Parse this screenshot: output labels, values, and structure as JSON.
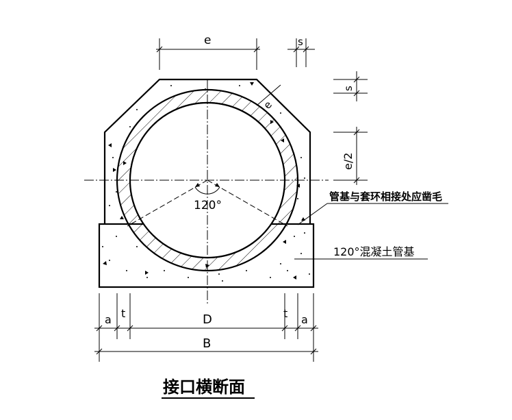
{
  "title": "接口横断面",
  "dimensions": {
    "e": "e",
    "s_top": "s",
    "s_side": "s",
    "e_half": "e/2",
    "e_ring": "e",
    "a_left": "a",
    "t_left": "t",
    "D": "D",
    "t_right": "t",
    "a_right": "a",
    "B": "B"
  },
  "angle_label": "120°",
  "callouts": {
    "joint_note": "管基与套环相接处应凿毛",
    "base_note": "120°混凝土管基"
  }
}
